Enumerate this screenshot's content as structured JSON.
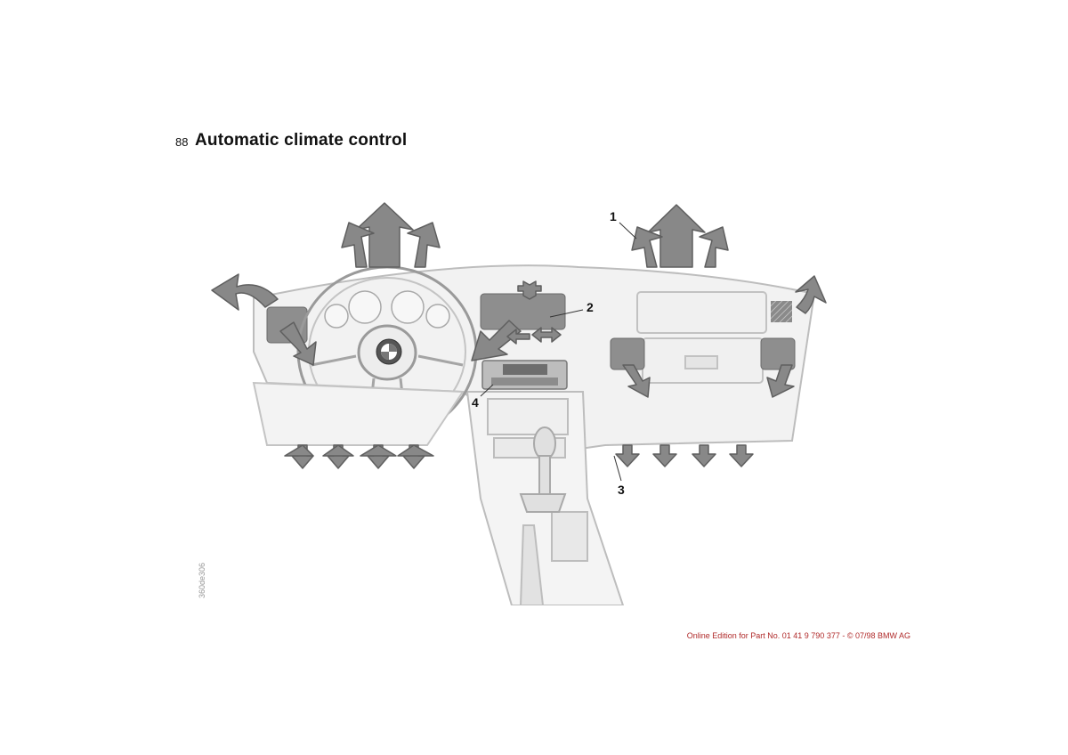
{
  "header": {
    "page_number": "88",
    "title": "Automatic climate control"
  },
  "illustration": {
    "callouts": [
      "1",
      "2",
      "3",
      "4"
    ],
    "image_code": "360de306"
  },
  "footer": {
    "edition": "Online Edition for Part No. 01 41 9 790 377 - © 07/98 BMW AG"
  }
}
